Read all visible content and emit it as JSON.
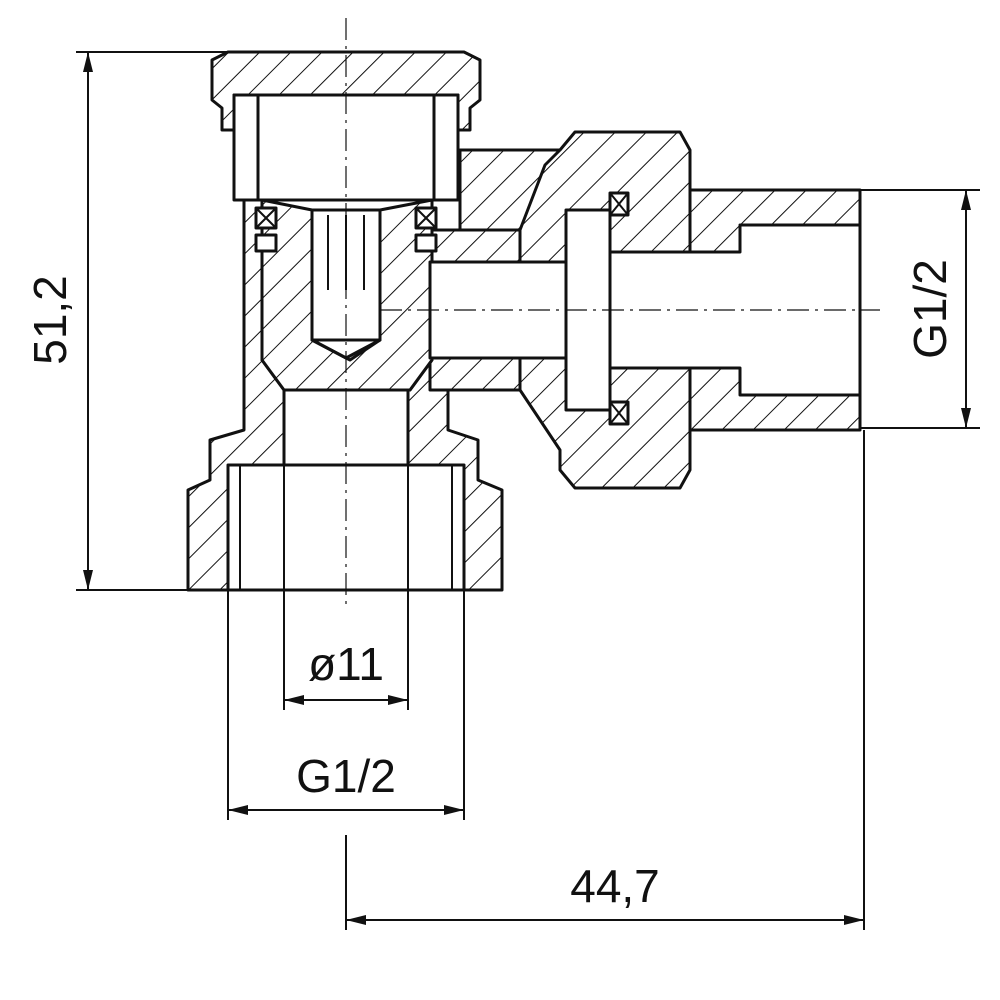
{
  "drawing": {
    "dimensions": {
      "height_total": "51,2",
      "pipe_diameter": "ø11",
      "bottom_thread": "G1/2",
      "side_thread": "G1/2",
      "width_offset": "44,7"
    }
  }
}
